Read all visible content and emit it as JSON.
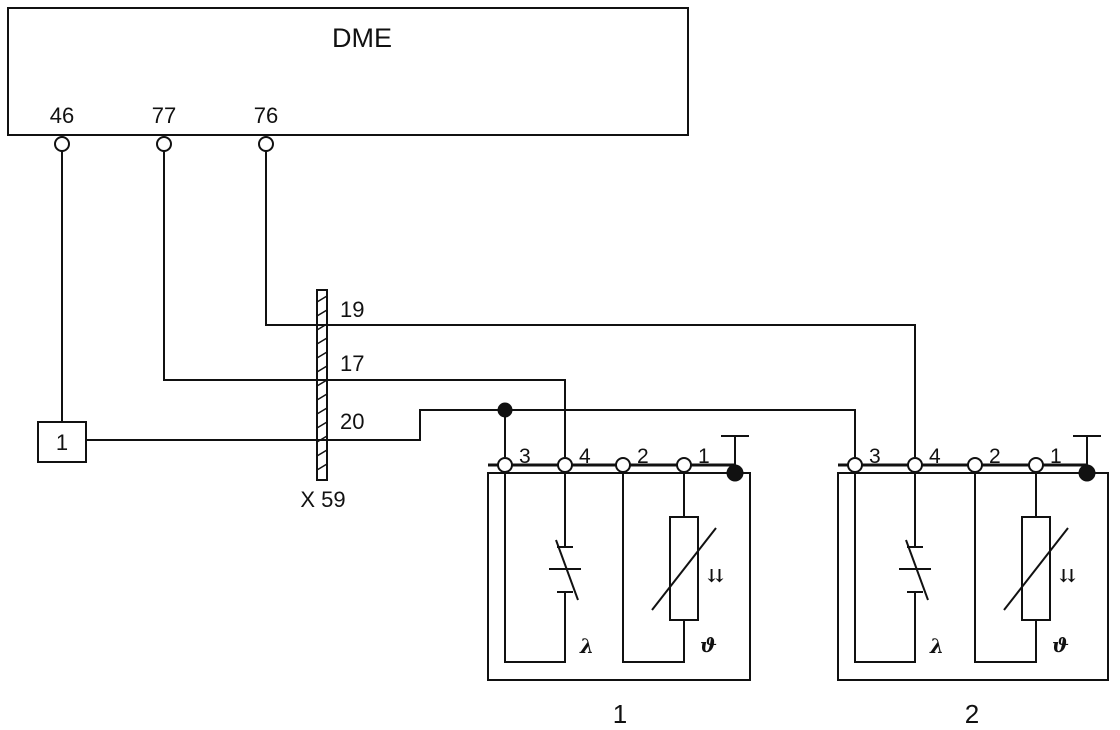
{
  "dme": {
    "title": "DME",
    "pins": [
      "46",
      "77",
      "76"
    ]
  },
  "connector": {
    "name": "X 59",
    "pins": [
      "19",
      "17",
      "20"
    ]
  },
  "relay_box": {
    "label": "1"
  },
  "sensors": [
    {
      "label": "1",
      "pins": [
        "3",
        "4",
        "2",
        "1"
      ],
      "lambda_symbol": "λ",
      "theta_symbol": "ϑ",
      "arrows_symbol": "⇊"
    },
    {
      "label": "2",
      "pins": [
        "3",
        "4",
        "2",
        "1"
      ],
      "lambda_symbol": "λ",
      "theta_symbol": "ϑ",
      "arrows_symbol": "⇊"
    }
  ]
}
